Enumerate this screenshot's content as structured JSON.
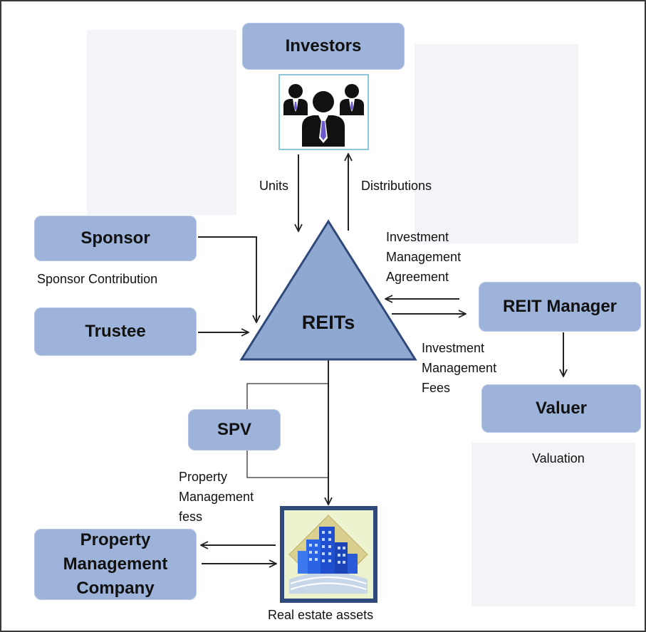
{
  "nodes": {
    "investors": "Investors",
    "sponsor": "Sponsor",
    "trustee": "Trustee",
    "reits": "REITs",
    "reit_manager": "REIT Manager",
    "valuer": "Valuer",
    "spv": "SPV",
    "property_management_company": "Property\nManagement\nCompany"
  },
  "edges": {
    "units": "Units",
    "distributions": "Distributions",
    "sponsor_contribution": "Sponsor Contribution",
    "investment_management_agreement": "Investment\nManagement\nAgreement",
    "investment_management_fees": "Investment\nManagement\nFees",
    "valuation": "Valuation",
    "property_management_fess": "Property\nManagement\nfess",
    "real_estate_assets": "Real estate assets"
  },
  "icons": {
    "investors": "business-people-icon",
    "assets": "office-buildings-icon"
  },
  "colors": {
    "box_fill": "#9db3d9",
    "triangle_fill": "#8fa8d2",
    "triangle_stroke": "#2f4a7a",
    "arrow": "#222222"
  }
}
